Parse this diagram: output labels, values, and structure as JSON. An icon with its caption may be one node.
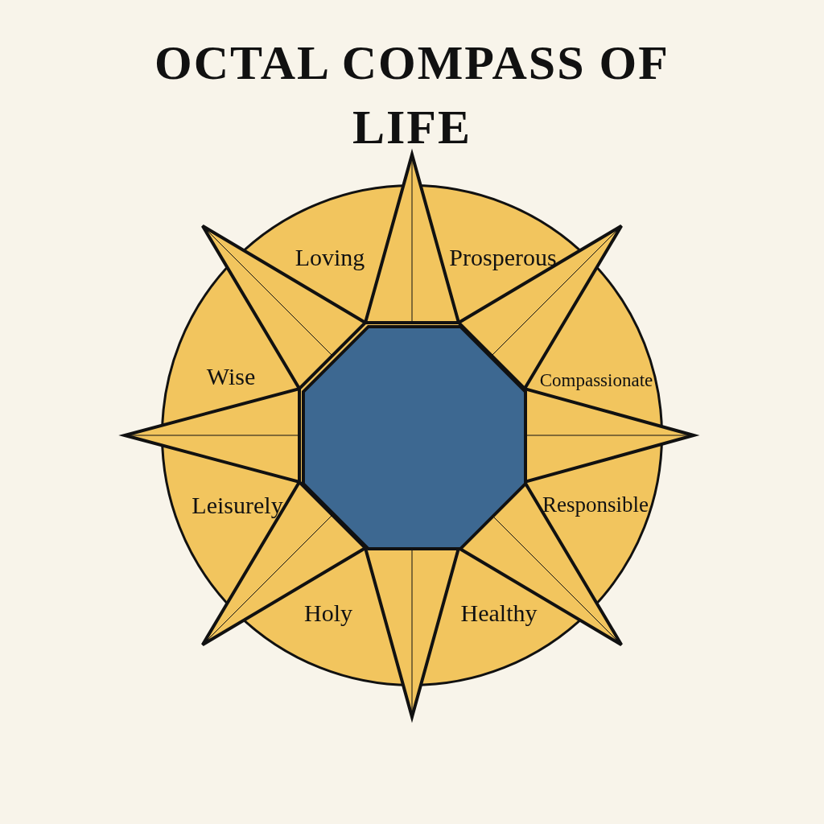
{
  "diagram": {
    "title": "OCTAL COMPASS OF LIFE",
    "nodes": [
      {
        "text": [
          "Loving",
          "Prosperous",
          "Wise",
          "Compassionate",
          "Leisurely",
          "Responsible",
          "Holy",
          "Healthy"
        ]
      },
      {
        "text": [],
        "shape": "octagon",
        "in": 0
      }
    ]
  }
}
